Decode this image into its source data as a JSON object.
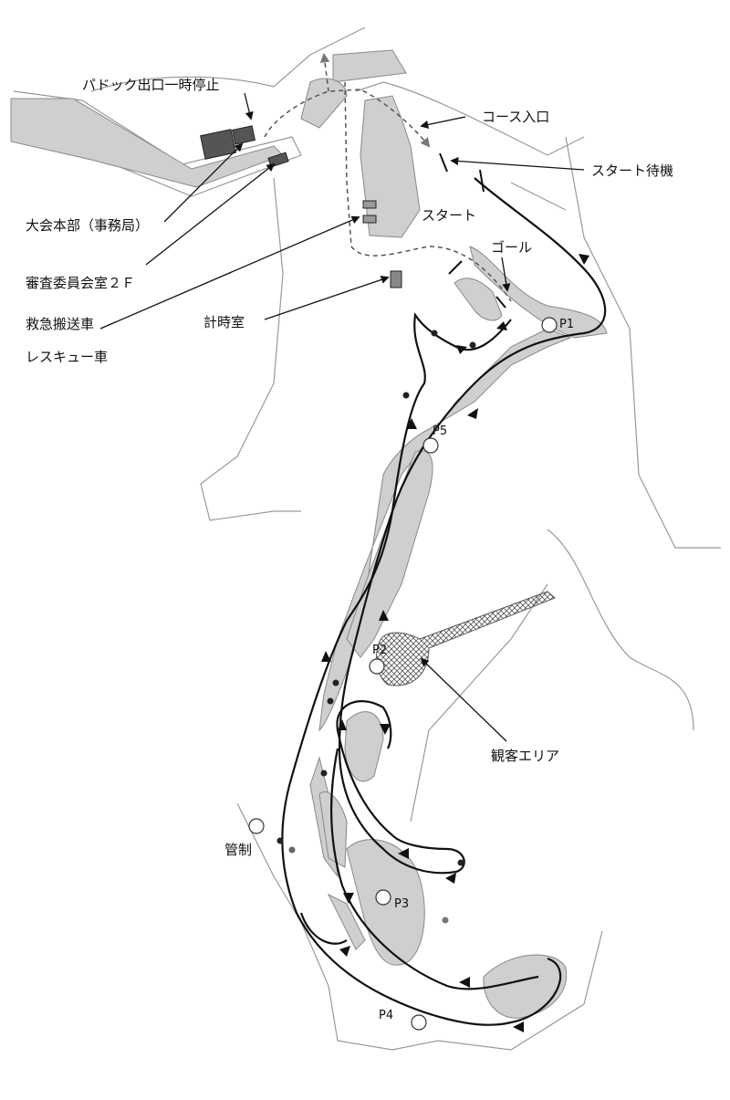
{
  "labels": {
    "paddock_exit_stop": "パドック出口一時停止",
    "course_entrance": "コース入口",
    "start_standby": "スタート待機",
    "start": "スタート",
    "goal": "ゴール",
    "headquarters": "大会本部（事務局）",
    "judges_room": "審査委員会室２Ｆ",
    "ambulance": "救急搬送車",
    "rescue_vehicle": "レスキュー車",
    "timing_room": "計時室",
    "spectator_area": "観客エリア",
    "control": "管制"
  },
  "posts": [
    "P1",
    "P2",
    "P3",
    "P4",
    "P5"
  ],
  "colors": {
    "background": "#ffffff",
    "track_line": "#111111",
    "island_fill": "#cfcfcf",
    "building_fill": "#555555",
    "spectator_hatch": "#555555",
    "outline": "#888888"
  }
}
